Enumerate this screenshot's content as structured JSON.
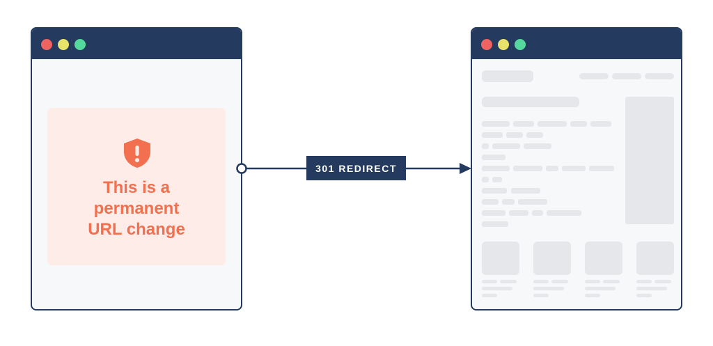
{
  "diagram": {
    "source_window": {
      "message_lines": [
        "This is a",
        "permanent",
        "URL change"
      ],
      "icon": "shield-warning-icon"
    },
    "connector": {
      "label": "301 REDIRECT"
    },
    "destination_window": {
      "description": "placeholder page layout"
    }
  },
  "colors": {
    "navy": "#243a5e",
    "warning_text": "#f2704f",
    "warning_bg": "#fdece7",
    "placeholder": "#e6e7eb"
  }
}
